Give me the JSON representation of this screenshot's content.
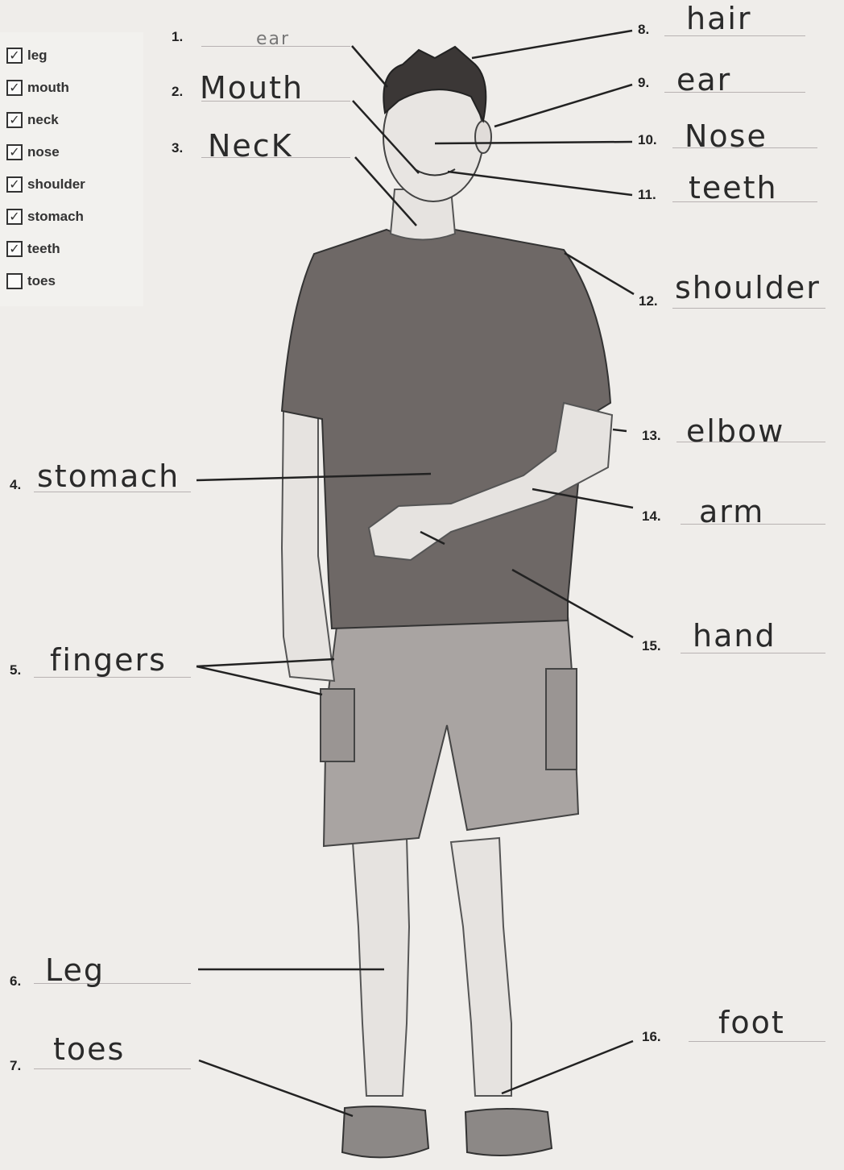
{
  "word_bank": [
    {
      "word": "leg",
      "checked": true
    },
    {
      "word": "mouth",
      "checked": true
    },
    {
      "word": "neck",
      "checked": true
    },
    {
      "word": "nose",
      "checked": true
    },
    {
      "word": "shoulder",
      "checked": true
    },
    {
      "word": "stomach",
      "checked": true
    },
    {
      "word": "teeth",
      "checked": true
    },
    {
      "word": "toes",
      "checked": false
    }
  ],
  "check_glyph": "✓",
  "labels": [
    {
      "num": "1.",
      "answer": "ear"
    },
    {
      "num": "2.",
      "answer": "Mouth"
    },
    {
      "num": "3.",
      "answer": "NecK"
    },
    {
      "num": "4.",
      "answer": "stomach"
    },
    {
      "num": "5.",
      "answer": "fingers"
    },
    {
      "num": "6.",
      "answer": "Leg"
    },
    {
      "num": "7.",
      "answer": "toes"
    },
    {
      "num": "8.",
      "answer": "hair"
    },
    {
      "num": "9.",
      "answer": "ear"
    },
    {
      "num": "10.",
      "answer": "Nose"
    },
    {
      "num": "11.",
      "answer": "teeth"
    },
    {
      "num": "12.",
      "answer": "shoulder"
    },
    {
      "num": "13.",
      "answer": "elbow"
    },
    {
      "num": "14.",
      "answer": "arm"
    },
    {
      "num": "15.",
      "answer": "hand"
    },
    {
      "num": "16.",
      "answer": "foot"
    }
  ]
}
